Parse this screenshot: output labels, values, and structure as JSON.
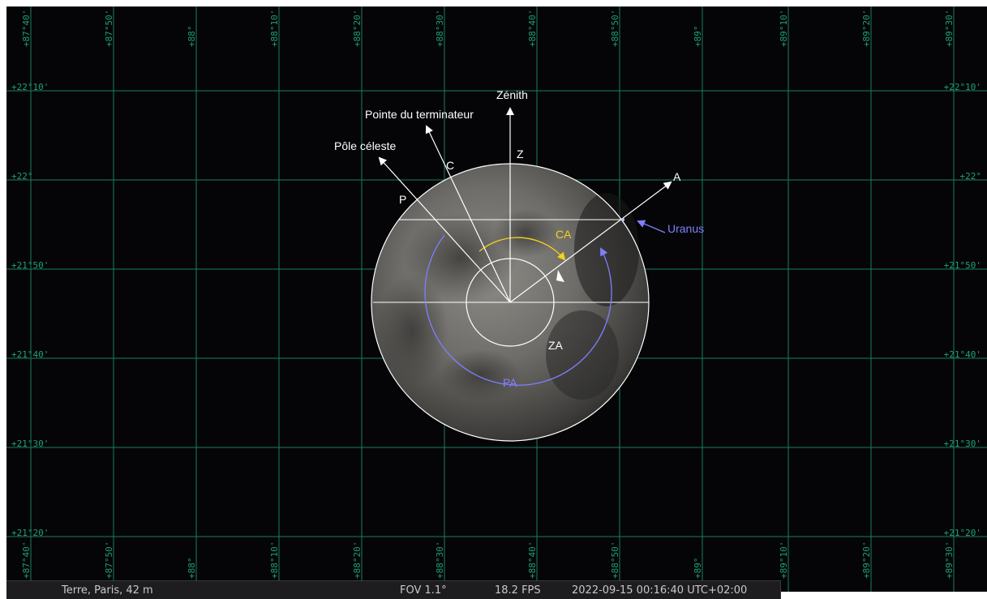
{
  "sky": {
    "background": "#050507",
    "grid_color": "#1f9e7a",
    "dec_labels": [
      "+22°10'",
      "+22°",
      "+21°50'",
      "+21°40'",
      "+21°30'",
      "+21°20'"
    ],
    "ra_labels": [
      "+87°40'",
      "+87°50'",
      "+88°",
      "+88°10'",
      "+88°20'",
      "+88°30'",
      "+88°40'",
      "+88°50'",
      "+89°",
      "+89°10'",
      "+89°20'",
      "+89°30'"
    ]
  },
  "annotations": {
    "zenith": "Zénith",
    "terminator": "Pointe du terminateur",
    "pole": "Pôle céleste",
    "z": "Z",
    "c": "C",
    "p": "P",
    "a": "A",
    "uranus": "Uranus",
    "ca": "CA",
    "za": "ZA",
    "pa": "PA",
    "colors": {
      "white": "#ffffff",
      "yellow": "#f2d21a",
      "blue": "#7f7fff"
    }
  },
  "statusbar": {
    "location": "Terre, Paris, 42 m",
    "fov": "FOV 1.1°",
    "fps": "18.2 FPS",
    "datetime": "2022-09-15 00:16:40 UTC+02:00"
  }
}
